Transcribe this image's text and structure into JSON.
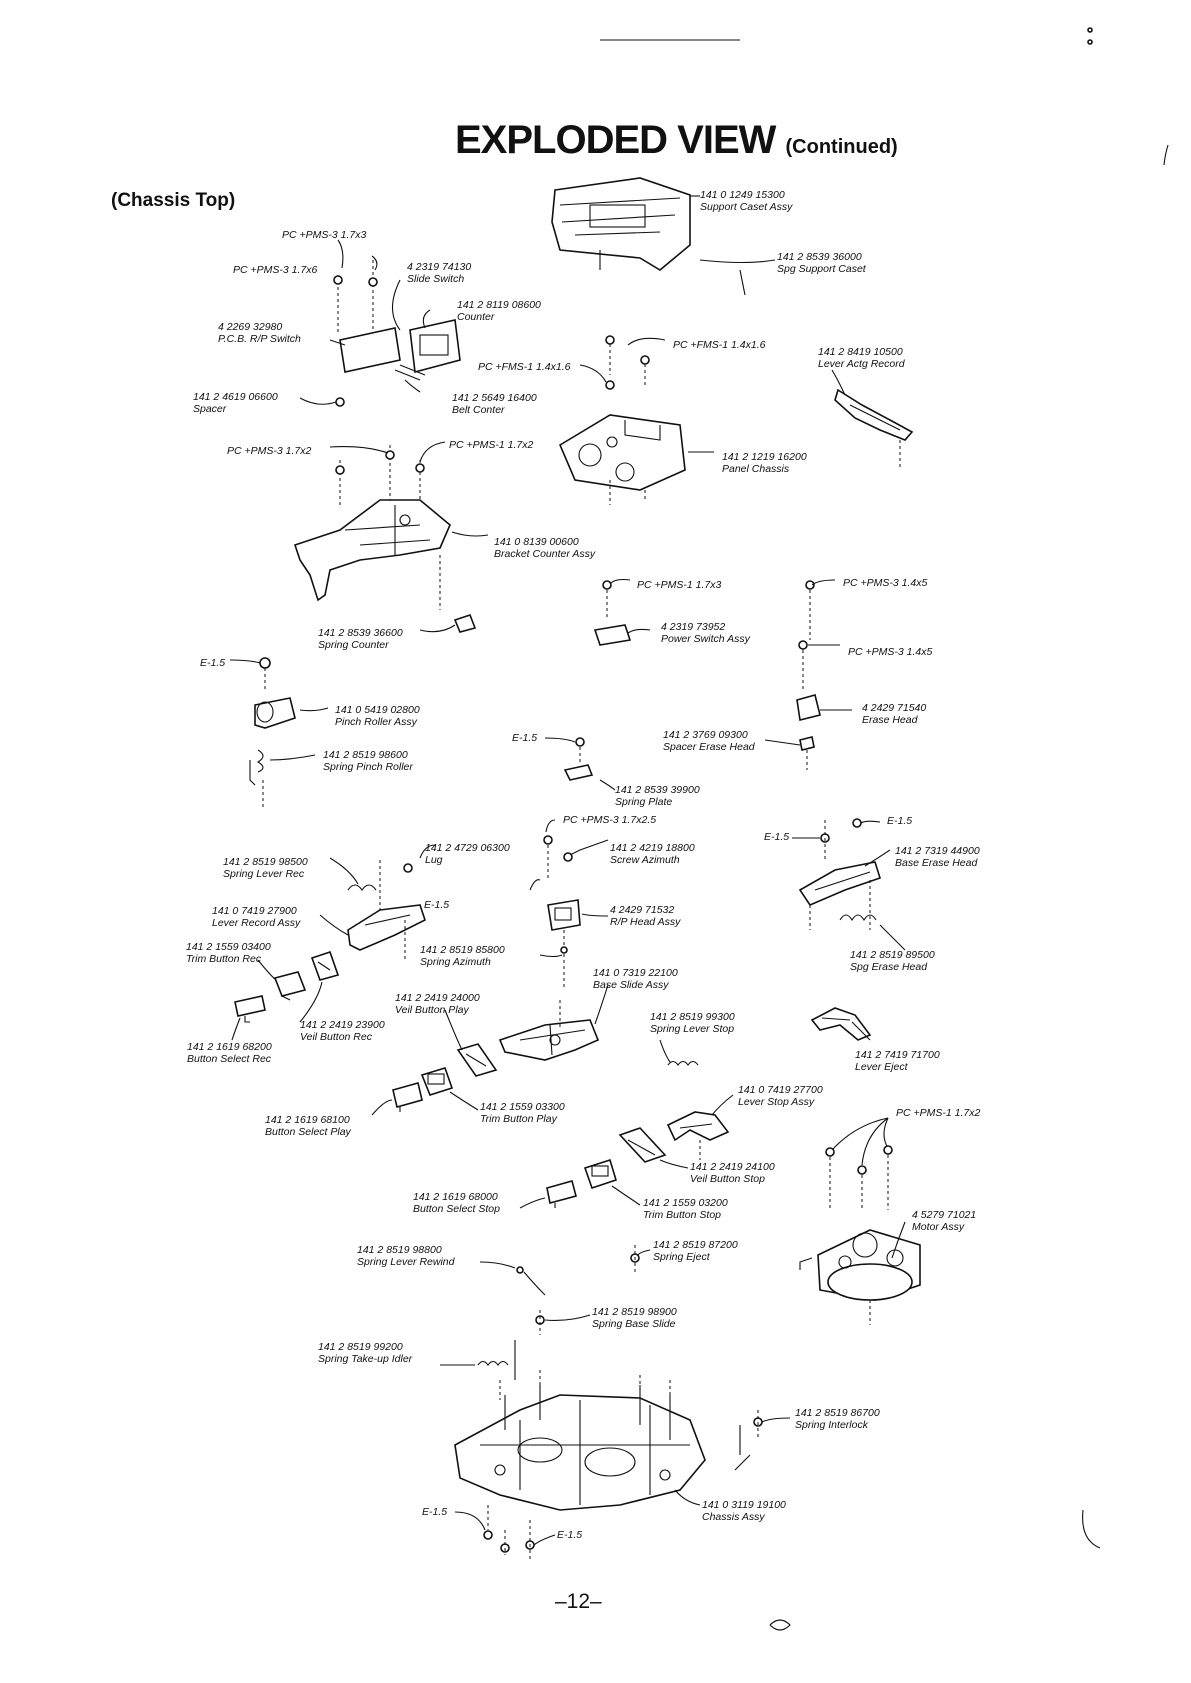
{
  "header": {
    "title": "EXPLODED VIEW",
    "title_suffix": "(Continued)",
    "section": "(Chassis Top)"
  },
  "footer": {
    "page_number": "–12–"
  },
  "labels": [
    {
      "part": "141 0 1249 15300",
      "desc": "Support Caset Assy"
    },
    {
      "part": "141 2 8539 36000",
      "desc": "Spg Support Caset"
    },
    {
      "part": "PC +PMS-3 1.7x3",
      "desc": ""
    },
    {
      "part": "PC +PMS-3 1.7x6",
      "desc": ""
    },
    {
      "part": "4 2319 74130",
      "desc": "Slide Switch"
    },
    {
      "part": "141 2 8119 08600",
      "desc": "Counter"
    },
    {
      "part": "4 2269 32980",
      "desc": "P.C.B. R/P Switch"
    },
    {
      "part": "PC +FMS-1 1.4x1.6",
      "desc": ""
    },
    {
      "part": "PC +FMS-1 1.4x1.6",
      "desc": ""
    },
    {
      "part": "141 2 8419 10500",
      "desc": "Lever Actg Record"
    },
    {
      "part": "141 2 4619 06600",
      "desc": "Spacer"
    },
    {
      "part": "141 2 5649 16400",
      "desc": "Belt Conter"
    },
    {
      "part": "PC +PMS-3 1.7x2",
      "desc": ""
    },
    {
      "part": "PC +PMS-1 1.7x2",
      "desc": ""
    },
    {
      "part": "141 2 1219 16200",
      "desc": "Panel Chassis"
    },
    {
      "part": "141 0 8139 00600",
      "desc": "Bracket Counter Assy"
    },
    {
      "part": "PC +PMS-1 1.7x3",
      "desc": ""
    },
    {
      "part": "PC +PMS-3 1.4x5",
      "desc": ""
    },
    {
      "part": "4 2319 73952",
      "desc": "Power Switch Assy"
    },
    {
      "part": "141 2 8539 36600",
      "desc": "Spring Counter"
    },
    {
      "part": "PC +PMS-3 1.4x5",
      "desc": ""
    },
    {
      "part": "E-1.5",
      "desc": ""
    },
    {
      "part": "141 0 5419 02800",
      "desc": "Pinch Roller Assy"
    },
    {
      "part": "4 2429 71540",
      "desc": "Erase Head"
    },
    {
      "part": "E-1.5",
      "desc": ""
    },
    {
      "part": "141 2 3769 09300",
      "desc": "Spacer Erase Head"
    },
    {
      "part": "141 2 8519 98600",
      "desc": "Spring Pinch Roller"
    },
    {
      "part": "141 2 8539 39900",
      "desc": "Spring Plate"
    },
    {
      "part": "PC +PMS-3 1.7x2.5",
      "desc": ""
    },
    {
      "part": "E-1.5",
      "desc": ""
    },
    {
      "part": "E-1.5",
      "desc": ""
    },
    {
      "part": "141 2 4729 06300",
      "desc": "Lug"
    },
    {
      "part": "141 2 4219 18800",
      "desc": "Screw Azimuth"
    },
    {
      "part": "141 2 7319 44900",
      "desc": "Base Erase Head"
    },
    {
      "part": "141 2 8519 98500",
      "desc": "Spring Lever Rec"
    },
    {
      "part": "E-1.5",
      "desc": ""
    },
    {
      "part": "141 0 7419 27900",
      "desc": "Lever Record Assy"
    },
    {
      "part": "4 2429 71532",
      "desc": "R/P Head Assy"
    },
    {
      "part": "141 2 1559 03400",
      "desc": "Trim Button Rec"
    },
    {
      "part": "141 2 8519 85800",
      "desc": "Spring Azimuth"
    },
    {
      "part": "141 2 8519 89500",
      "desc": "Spg Erase Head"
    },
    {
      "part": "141 0 7319 22100",
      "desc": "Base Slide Assy"
    },
    {
      "part": "141 2 2419 24000",
      "desc": "Veil Button Play"
    },
    {
      "part": "141 2 8519 99300",
      "desc": "Spring Lever Stop"
    },
    {
      "part": "141 2 2419 23900",
      "desc": "Veil Button Rec"
    },
    {
      "part": "141 2 1619 68200",
      "desc": "Button Select Rec"
    },
    {
      "part": "141 2 7419 71700",
      "desc": "Lever Eject"
    },
    {
      "part": "141 0 7419 27700",
      "desc": "Lever Stop Assy"
    },
    {
      "part": "PC +PMS-1 1.7x2",
      "desc": ""
    },
    {
      "part": "141 2 1619 68100",
      "desc": "Button Select Play"
    },
    {
      "part": "141 2 1559 03300",
      "desc": "Trim Button Play"
    },
    {
      "part": "141 2 2419 24100",
      "desc": "Veil Button Stop"
    },
    {
      "part": "141 2 1619 68000",
      "desc": "Button Select Stop"
    },
    {
      "part": "141 2 1559 03200",
      "desc": "Trim Button Stop"
    },
    {
      "part": "4 5279 71021",
      "desc": "Motor Assy"
    },
    {
      "part": "141 2 8519 98800",
      "desc": "Spring Lever Rewind"
    },
    {
      "part": "141 2 8519 87200",
      "desc": "Spring Eject"
    },
    {
      "part": "141 2 8519 98900",
      "desc": "Spring Base Slide"
    },
    {
      "part": "141 2 8519 99200",
      "desc": "Spring Take-up Idler"
    },
    {
      "part": "141 2 8519 86700",
      "desc": "Spring Interlock"
    },
    {
      "part": "E-1.5",
      "desc": ""
    },
    {
      "part": "E-1.5",
      "desc": ""
    },
    {
      "part": "141 0 3119 19100",
      "desc": "Chassis Assy"
    }
  ]
}
